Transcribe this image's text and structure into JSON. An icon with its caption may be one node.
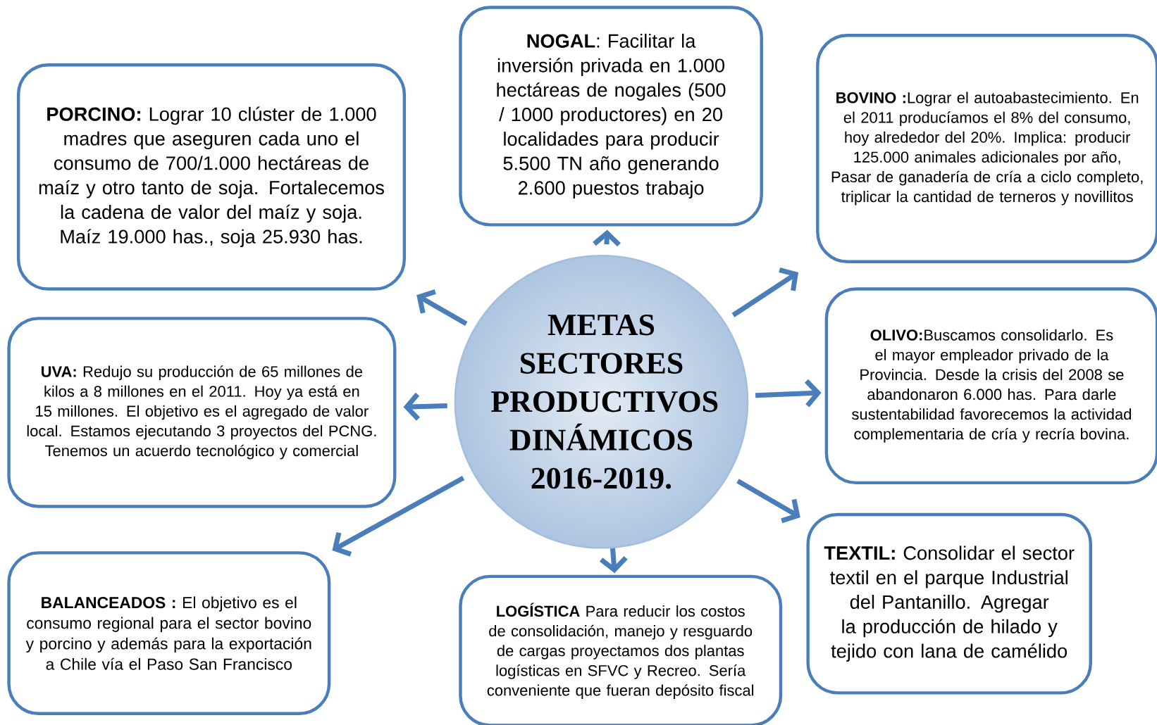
{
  "diagram": {
    "nodes": [
      {
        "text": [
          "METAS SECTORES PRODUCTIVOS DINÁMICOS 2016-2019."
        ]
      },
      {
        "text": [
          "**PORCINO:** Lograr 10 clúster de 1.000 madres que aseguren cada uno el consumo de 700/1.000 hectáreas de maíz y otro tanto de soja. Fortalecemos la cadena de valor del maíz y soja. Maíz 19.000 has., soja 25.930 has."
        ]
      },
      {
        "text": [
          "**NOGAL**: Facilitar la inversión privada en 1.000 hectáreas de nogales (500 / 1000 productores) en 20 localidades para producir 5.500 TN año generando 2.600 puestos trabajo"
        ]
      },
      {
        "text": [
          "**BOVINO :**Lograr el autoabastecimiento. En el 2011 producíamos el 8% del consumo, hoy alrededor del 20%. Implica: producir 125.000 animales adicionales por año, Pasar de ganadería de cría a ciclo completo, triplicar la cantidad de terneros y novillitos"
        ]
      },
      {
        "text": [
          "**UVA:** Redujo su producción de 65 millones de kilos a 8 millones en el 2011. Hoy ya está en 15 millones. El objetivo es el agregado de valor local. Estamos ejecutando 3 proyectos del PCNG. Tenemos un acuerdo tecnológico y comercial"
        ]
      },
      {
        "text": [
          "**OLIVO:**Buscamos consolidarlo. Es el mayor empleador privado de la Provincia. Desde la crisis del 2008 se abandonaron 6.000 has. Para darle sustentabilidad favorecemos la actividad complementaria de cría y recría bovina."
        ]
      },
      {
        "text": [
          "**BALANCEADOS :** El objetivo es el consumo regional para el sector bovino y porcino y además para la exportación a Chile vía el Paso San Francisco"
        ]
      },
      {
        "text": [
          "**LOGÍSTICA** Para reducir los costos de consolidación, manejo y resguardo de cargas proyectamos dos plantas logísticas en SFVC y Recreo. Sería conveniente que fueran depósito fiscal"
        ]
      },
      {
        "text": [
          "**TEXTIL:** Consolidar el sector textil en el parque Industrial del Pantanillo. Agregar la producción de hilado y tejido con lana de camélido"
        ]
      }
    ],
    "edges": [
      {
        "from": 0,
        "to": 1,
        "arrow": "to"
      },
      {
        "from": 0,
        "to": 2,
        "arrow": "to"
      },
      {
        "from": 0,
        "to": 3,
        "arrow": "to"
      },
      {
        "from": 0,
        "to": 4,
        "arrow": "to"
      },
      {
        "from": 0,
        "to": 5,
        "arrow": "to"
      },
      {
        "from": 0,
        "to": 6,
        "arrow": "to"
      },
      {
        "from": 0,
        "to": 7,
        "arrow": "to"
      },
      {
        "from": 0,
        "to": 8,
        "arrow": "to"
      }
    ]
  }
}
